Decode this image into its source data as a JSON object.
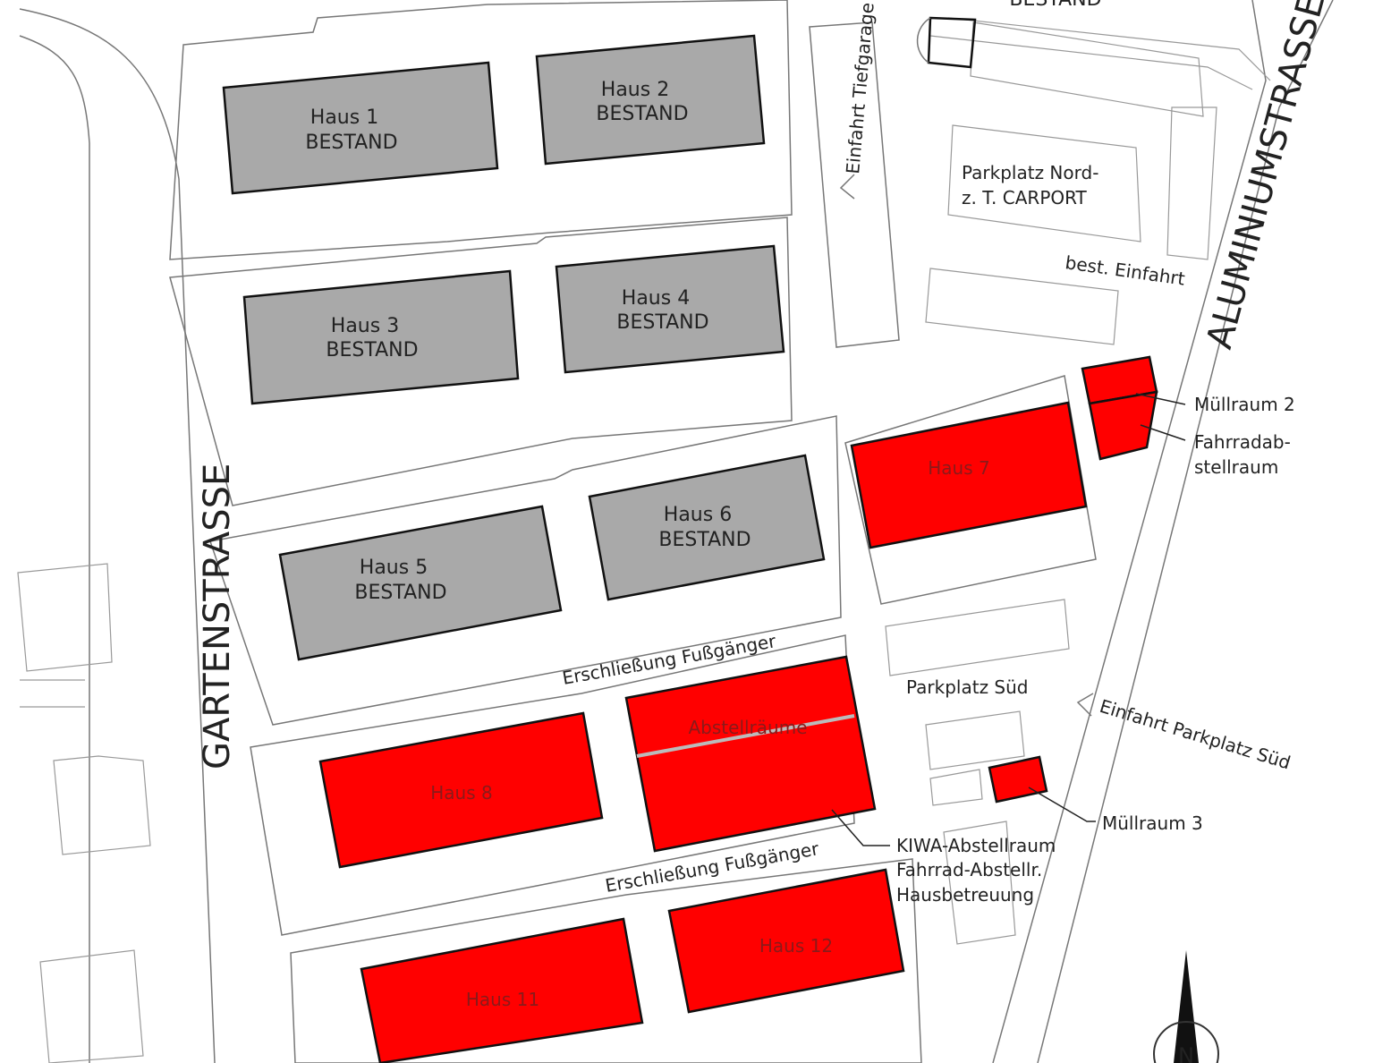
{
  "colors": {
    "existing": "#a9a9a9",
    "new": "#ff0000",
    "line": "#111111"
  },
  "streets": {
    "west": "GARTENSTRASSE",
    "east": "ALUMINIUMSTRASSE"
  },
  "top_cut_label": "BESTAND",
  "houses": [
    {
      "name": "Haus 1",
      "status": "BESTAND"
    },
    {
      "name": "Haus 2",
      "status": "BESTAND"
    },
    {
      "name": "Haus 3",
      "status": "BESTAND"
    },
    {
      "name": "Haus 4",
      "status": "BESTAND"
    },
    {
      "name": "Haus 5",
      "status": "BESTAND"
    },
    {
      "name": "Haus 6",
      "status": "BESTAND"
    },
    {
      "name": "Haus 7"
    },
    {
      "name": "Haus 8"
    },
    {
      "name": "Haus 11"
    },
    {
      "name": "Haus 12"
    }
  ],
  "labels": {
    "tiefgarage": "Einfahrt Tiefgarage",
    "parkplatz_nord_1": "Parkplatz Nord-",
    "parkplatz_nord_2": "z. T. CARPORT",
    "best_einfahrt": "best. Einfahrt",
    "muellraum2": "Müllraum 2",
    "fahrrad_1": "Fahrradab-",
    "fahrrad_2": "stellraum",
    "erschliessung": "Erschließung Fußgänger",
    "parkplatz_sued": "Parkplatz Süd",
    "einfahrt_sued": "Einfahrt Parkplatz Süd",
    "abstellraeume": "Abstellräume",
    "muellraum3": "Müllraum 3",
    "kiwa_1": "KIWA-Abstellraum",
    "kiwa_2": "Fahrrad-Abstellr.",
    "kiwa_3": "Hausbetreuung",
    "north": "N"
  }
}
